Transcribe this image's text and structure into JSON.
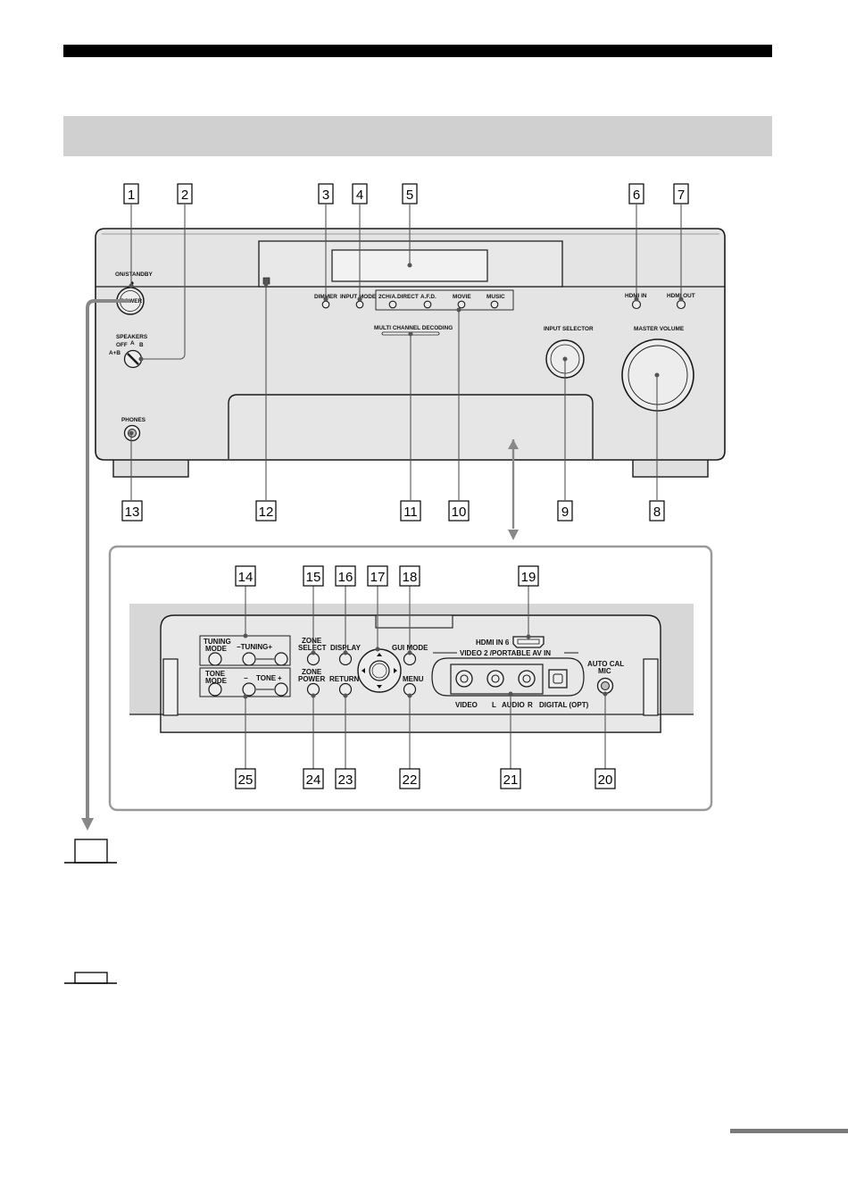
{
  "front_panel_labels": {
    "on_standby": "ON/STANDBY",
    "power": "POWER",
    "speakers": "SPEAKERS",
    "speakers_off": "OFF",
    "speakers_a": "A",
    "speakers_b": "B",
    "speakers_ab": "A+B",
    "phones": "PHONES",
    "dimmer": "DIMMER",
    "input_mode": "INPUT MODE",
    "two_ch_direct": "2CH/A.DIRECT",
    "afd": "A.F.D.",
    "movie": "MOVIE",
    "music": "MUSIC",
    "multi_channel_decoding": "MULTI CHANNEL DECODING",
    "input_selector": "INPUT SELECTOR",
    "master_volume": "MASTER VOLUME",
    "hdmi_in": "HDMI IN",
    "hdmi_out": "HDMI OUT"
  },
  "inner_panel_labels": {
    "tuning_mode_1": "TUNING",
    "tuning_mode_2": "MODE",
    "tuning": "−TUNING+",
    "tone_mode_1": "TONE",
    "tone_mode_2": "MODE",
    "tone_minus": "−",
    "tone": "TONE",
    "tone_plus": "+",
    "zone_select_1": "ZONE",
    "zone_select_2": "SELECT",
    "zone_power_1": "ZONE",
    "zone_power_2": "POWER",
    "display": "DISPLAY",
    "return": "RETURN",
    "gui_mode": "GUI MODE",
    "menu": "MENU",
    "hdmi_in_6": "HDMI IN 6",
    "video2_portable": "VIDEO 2 /PORTABLE AV IN",
    "video": "VIDEO",
    "audio_l": "L",
    "audio": "AUDIO",
    "audio_r": "R",
    "digital_opt": "DIGITAL (OPT)",
    "auto_cal_1": "AUTO CAL",
    "auto_cal_2": "MIC"
  },
  "callouts": [
    "1",
    "2",
    "3",
    "4",
    "5",
    "6",
    "7",
    "8",
    "9",
    "10",
    "11",
    "12",
    "13",
    "14",
    "15",
    "16",
    "17",
    "18",
    "19",
    "20",
    "21",
    "22",
    "23",
    "24",
    "25"
  ],
  "colors": {
    "panel_fill": "#e2e2e2",
    "panel_stroke": "#1a1a1a",
    "inner_bg": "#d7d7d7",
    "header_band": "#d0d0d0",
    "arrow": "#888888",
    "top_rule": "#000000"
  }
}
